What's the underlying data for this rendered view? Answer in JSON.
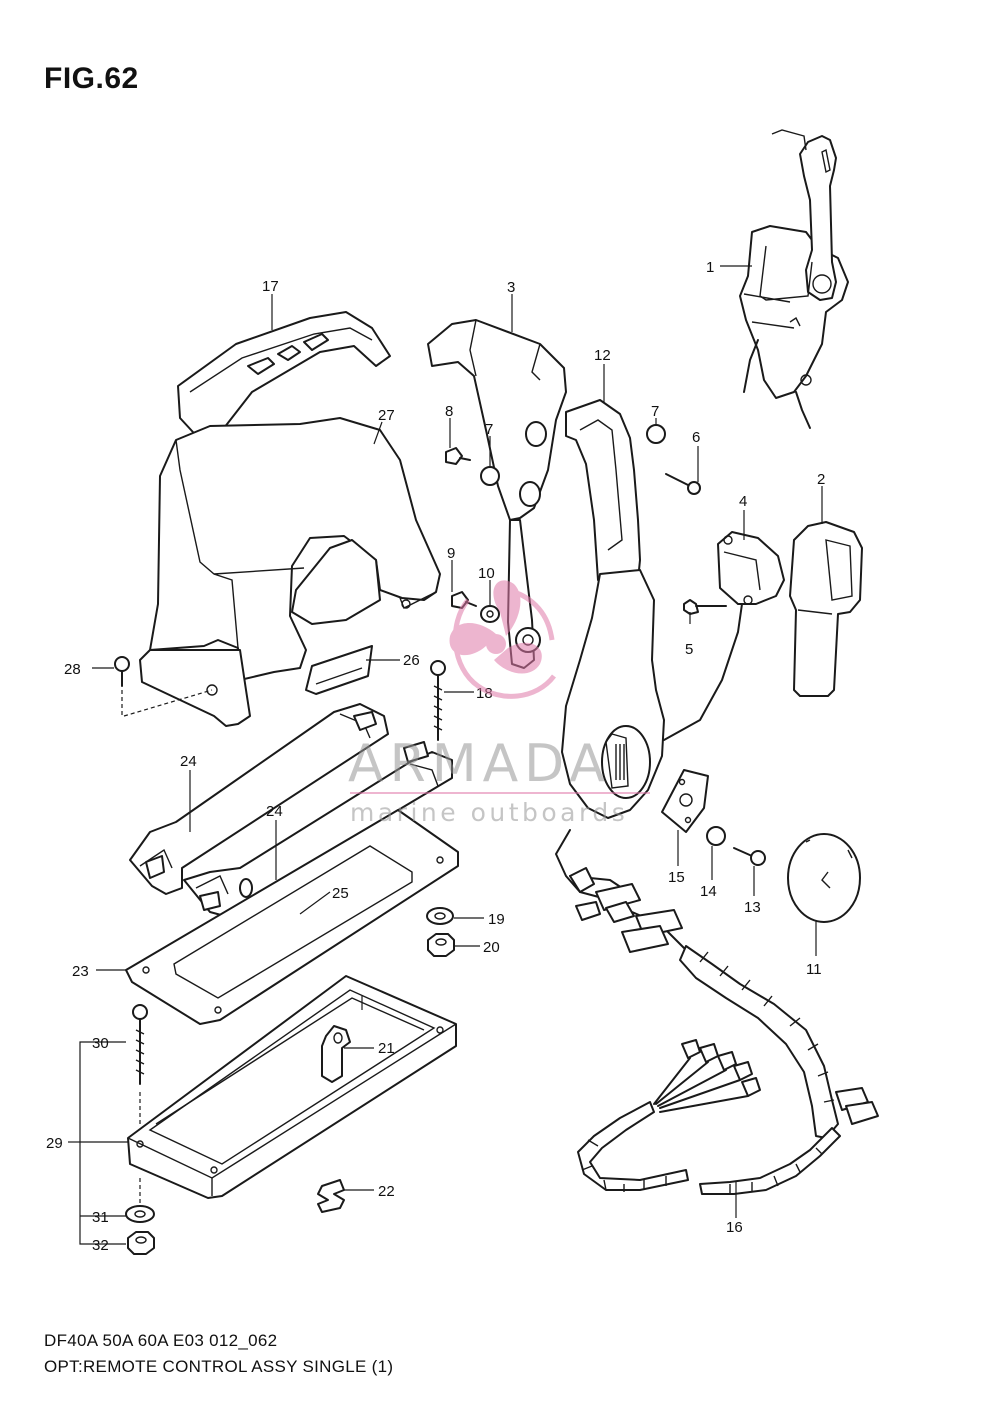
{
  "figure": {
    "title": "FIG.62",
    "model_line": "DF40A 50A 60A E03 012_062",
    "assembly_line": "OPT:REMOTE CONTROL ASSY SINGLE (1)"
  },
  "watermark": {
    "brand": "ARMADA",
    "tagline": "marine outboards",
    "accent_color": "#e07aa8"
  },
  "callouts": [
    {
      "id": "1",
      "text": "1"
    },
    {
      "id": "2",
      "text": "2"
    },
    {
      "id": "3",
      "text": "3"
    },
    {
      "id": "4",
      "text": "4"
    },
    {
      "id": "5",
      "text": "5"
    },
    {
      "id": "6",
      "text": "6"
    },
    {
      "id": "7a",
      "text": "7"
    },
    {
      "id": "7b",
      "text": "7"
    },
    {
      "id": "8",
      "text": "8"
    },
    {
      "id": "9",
      "text": "9"
    },
    {
      "id": "10",
      "text": "10"
    },
    {
      "id": "11",
      "text": "11"
    },
    {
      "id": "12",
      "text": "12"
    },
    {
      "id": "13",
      "text": "13"
    },
    {
      "id": "14",
      "text": "14"
    },
    {
      "id": "15",
      "text": "15"
    },
    {
      "id": "16",
      "text": "16"
    },
    {
      "id": "17",
      "text": "17"
    },
    {
      "id": "18",
      "text": "18"
    },
    {
      "id": "19",
      "text": "19"
    },
    {
      "id": "20",
      "text": "20"
    },
    {
      "id": "21",
      "text": "21"
    },
    {
      "id": "22",
      "text": "22"
    },
    {
      "id": "23",
      "text": "23"
    },
    {
      "id": "24a",
      "text": "24"
    },
    {
      "id": "24b",
      "text": "24"
    },
    {
      "id": "25",
      "text": "25"
    },
    {
      "id": "26",
      "text": "26"
    },
    {
      "id": "27",
      "text": "27"
    },
    {
      "id": "28",
      "text": "28"
    },
    {
      "id": "29",
      "text": "29"
    },
    {
      "id": "30",
      "text": "30"
    },
    {
      "id": "31",
      "text": "31"
    },
    {
      "id": "32",
      "text": "32"
    }
  ]
}
